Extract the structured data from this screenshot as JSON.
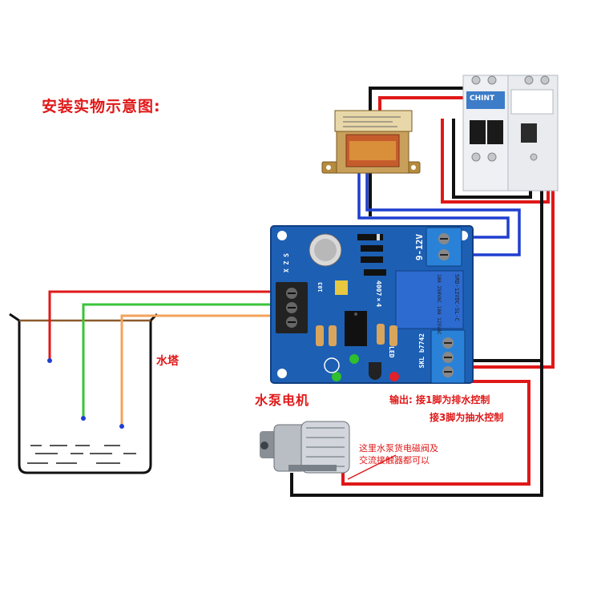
{
  "title": "安装实物示意图:",
  "labels": {
    "water_tower": "水塔",
    "pump_motor": "水泵电机",
    "output_line1": "输出: 接1脚为排水控制",
    "output_line2": "接3脚为抽水控制",
    "note_line1": "这里水泵货电磁阀及",
    "note_line2": "交流接触器都可以"
  },
  "board": {
    "voltage_label": "9-12V",
    "probe_labels": "X Z S",
    "relay_model": "SRD-12VDC-SL-C",
    "relay_rating": "10A 250VAC 10A 125VAC",
    "board_model": "SKL b7742",
    "diode_label": "4007×4",
    "led_label": "LED",
    "resistor_label": "103"
  },
  "breaker": {
    "brand": "CHINT"
  },
  "colors": {
    "accent_red": "#e01818",
    "pcb_blue": "#1d5fb3",
    "wire_red": "#e01818",
    "wire_black": "#111111",
    "wire_blue": "#1f3fcf",
    "wire_green": "#39c43a",
    "wire_orange": "#f3a35b",
    "tower_brown": "#8b5a2b"
  },
  "icons": {
    "transformer": "transformer-icon",
    "breaker": "circuit-breaker-icon",
    "pump": "pump-motor-icon",
    "tank": "water-tank-icon"
  }
}
